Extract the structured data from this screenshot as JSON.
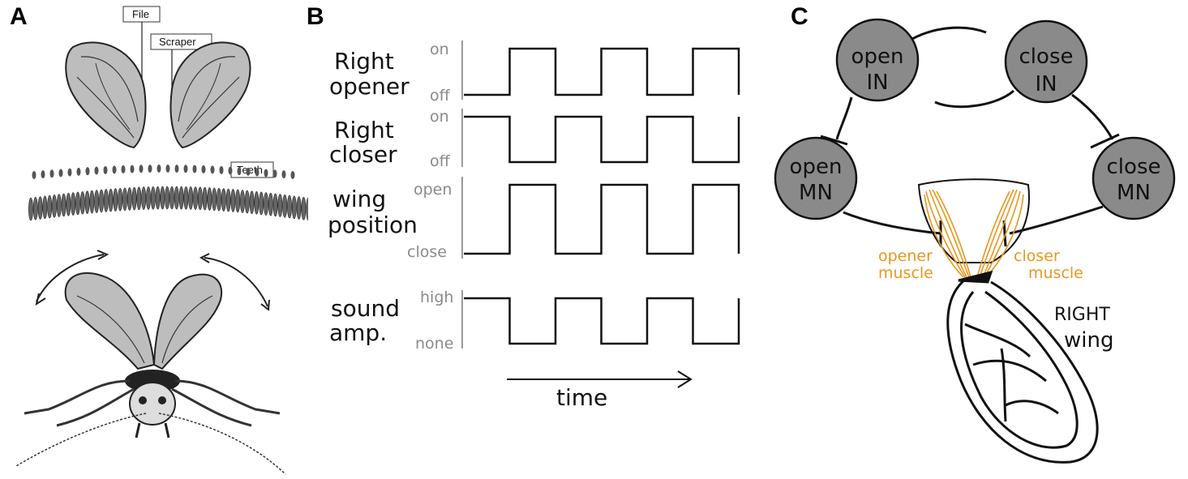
{
  "panels": {
    "a": "A",
    "b": "B",
    "c": "C"
  },
  "panel_a": {
    "callouts": {
      "file": "File",
      "scraper": "Scraper",
      "teeth": "Teeth"
    }
  },
  "panel_b": {
    "traces": [
      {
        "label_line1": "Right",
        "label_line2": "opener",
        "high_label": "on",
        "low_label": "off",
        "levels": [
          0,
          1,
          0,
          1,
          0,
          1
        ]
      },
      {
        "label_line1": "Right",
        "label_line2": "closer",
        "high_label": "on",
        "low_label": "off",
        "levels": [
          1,
          0,
          1,
          0,
          1,
          0
        ]
      },
      {
        "label_line1": "wing",
        "label_line2": "position",
        "high_label": "open",
        "low_label": "close",
        "levels": [
          0,
          1,
          0,
          1,
          0,
          1
        ]
      },
      {
        "label_line1": "sound",
        "label_line2": "amp.",
        "high_label": "high",
        "low_label": "none",
        "levels": [
          1,
          0,
          1,
          0,
          1,
          0
        ]
      }
    ],
    "time_label": "time"
  },
  "panel_c": {
    "nodes": {
      "open_in": {
        "line1": "open",
        "line2": "IN"
      },
      "close_in": {
        "line1": "close",
        "line2": "IN"
      },
      "open_mn": {
        "line1": "open",
        "line2": "MN"
      },
      "close_mn": {
        "line1": "close",
        "line2": "MN"
      }
    },
    "opener_muscle": {
      "line1": "opener",
      "line2": "muscle"
    },
    "closer_muscle": {
      "line1": "closer",
      "line2": "muscle"
    },
    "wing_label": {
      "line1": "RIGHT",
      "line2": "wing"
    },
    "colors": {
      "node_fill": "#8a8a8a",
      "muscle": "#e8971d",
      "tick_gray": "#8a8a8a"
    }
  }
}
